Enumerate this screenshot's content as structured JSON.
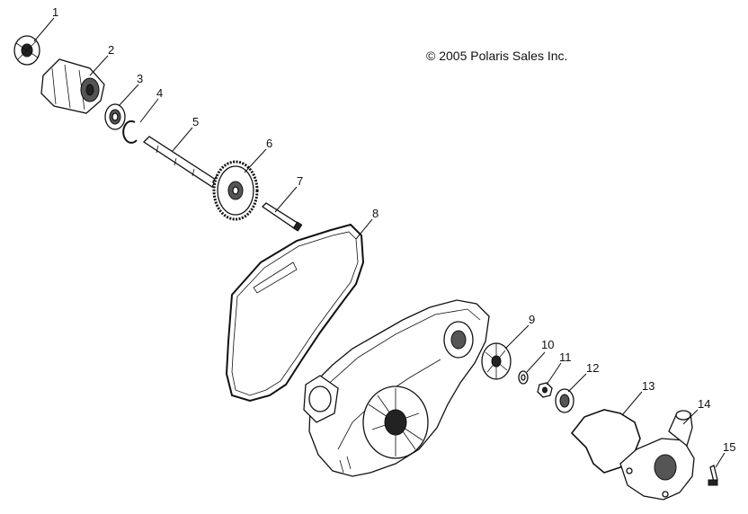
{
  "copyright": "© 2005 Polaris Sales Inc.",
  "callouts": [
    "1",
    "2",
    "3",
    "4",
    "5",
    "6",
    "7",
    "8",
    "9",
    "10",
    "11",
    "12",
    "13",
    "14",
    "15"
  ]
}
